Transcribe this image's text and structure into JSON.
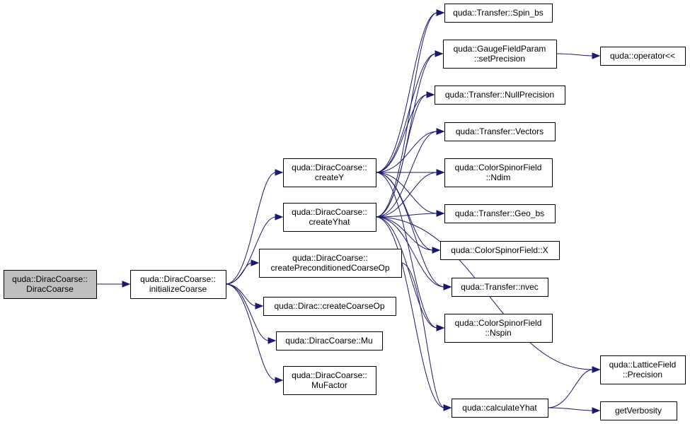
{
  "graph": {
    "nodes": [
      {
        "id": "dc_ctor",
        "lines": [
          "quda::DiracCoarse::",
          "DiracCoarse"
        ],
        "root": true
      },
      {
        "id": "initCoarse",
        "lines": [
          "quda::DiracCoarse::",
          "initializeCoarse"
        ]
      },
      {
        "id": "createY",
        "lines": [
          "quda::DiracCoarse::",
          "createY"
        ]
      },
      {
        "id": "createYhat",
        "lines": [
          "quda::DiracCoarse::",
          "createYhat"
        ]
      },
      {
        "id": "createPrecOp",
        "lines": [
          "quda::DiracCoarse::",
          "createPreconditionedCoarseOp"
        ]
      },
      {
        "id": "dirac_createCoarseOp",
        "lines": [
          "quda::Dirac::createCoarseOp"
        ]
      },
      {
        "id": "mu",
        "lines": [
          "quda::DiracCoarse::Mu"
        ]
      },
      {
        "id": "mufactor",
        "lines": [
          "quda::DiracCoarse::",
          "MuFactor"
        ]
      },
      {
        "id": "spin_bs",
        "lines": [
          "quda::Transfer::Spin_bs"
        ]
      },
      {
        "id": "setPrecision",
        "lines": [
          "quda::GaugeFieldParam",
          "::setPrecision"
        ]
      },
      {
        "id": "operator",
        "lines": [
          "quda::operator<<"
        ]
      },
      {
        "id": "nullPrec",
        "lines": [
          "quda::Transfer::NullPrecision"
        ]
      },
      {
        "id": "vectors",
        "lines": [
          "quda::Transfer::Vectors"
        ]
      },
      {
        "id": "ndim",
        "lines": [
          "quda::ColorSpinorField",
          "::Ndim"
        ]
      },
      {
        "id": "geo_bs",
        "lines": [
          "quda::Transfer::Geo_bs"
        ]
      },
      {
        "id": "csf_x",
        "lines": [
          "quda::ColorSpinorField::X"
        ]
      },
      {
        "id": "nvec",
        "lines": [
          "quda::Transfer::nvec"
        ]
      },
      {
        "id": "nspin",
        "lines": [
          "quda::ColorSpinorField",
          "::Nspin"
        ]
      },
      {
        "id": "lfPrecision",
        "lines": [
          "quda::LatticeField",
          "::Precision"
        ]
      },
      {
        "id": "calcYhat",
        "lines": [
          "quda::calculateYhat"
        ]
      },
      {
        "id": "getVerbosity",
        "lines": [
          "getVerbosity"
        ]
      }
    ],
    "edges": [
      [
        "dc_ctor",
        "initCoarse"
      ],
      [
        "initCoarse",
        "createY"
      ],
      [
        "initCoarse",
        "createYhat"
      ],
      [
        "initCoarse",
        "createPrecOp"
      ],
      [
        "initCoarse",
        "dirac_createCoarseOp"
      ],
      [
        "initCoarse",
        "mu"
      ],
      [
        "initCoarse",
        "mufactor"
      ],
      [
        "createY",
        "spin_bs"
      ],
      [
        "createY",
        "setPrecision"
      ],
      [
        "createY",
        "nullPrec"
      ],
      [
        "createY",
        "vectors"
      ],
      [
        "createY",
        "ndim"
      ],
      [
        "createY",
        "geo_bs"
      ],
      [
        "createY",
        "csf_x"
      ],
      [
        "createY",
        "nvec"
      ],
      [
        "createY",
        "nspin"
      ],
      [
        "createYhat",
        "spin_bs"
      ],
      [
        "createYhat",
        "setPrecision"
      ],
      [
        "createYhat",
        "nullPrec"
      ],
      [
        "createYhat",
        "vectors"
      ],
      [
        "createYhat",
        "ndim"
      ],
      [
        "createYhat",
        "geo_bs"
      ],
      [
        "createYhat",
        "csf_x"
      ],
      [
        "createYhat",
        "nvec"
      ],
      [
        "createYhat",
        "nspin"
      ],
      [
        "createYhat",
        "lfPrecision"
      ],
      [
        "createYhat",
        "calcYhat"
      ],
      [
        "createPrecOp",
        "calcYhat"
      ],
      [
        "setPrecision",
        "operator"
      ],
      [
        "calcYhat",
        "lfPrecision"
      ],
      [
        "calcYhat",
        "getVerbosity"
      ]
    ]
  }
}
